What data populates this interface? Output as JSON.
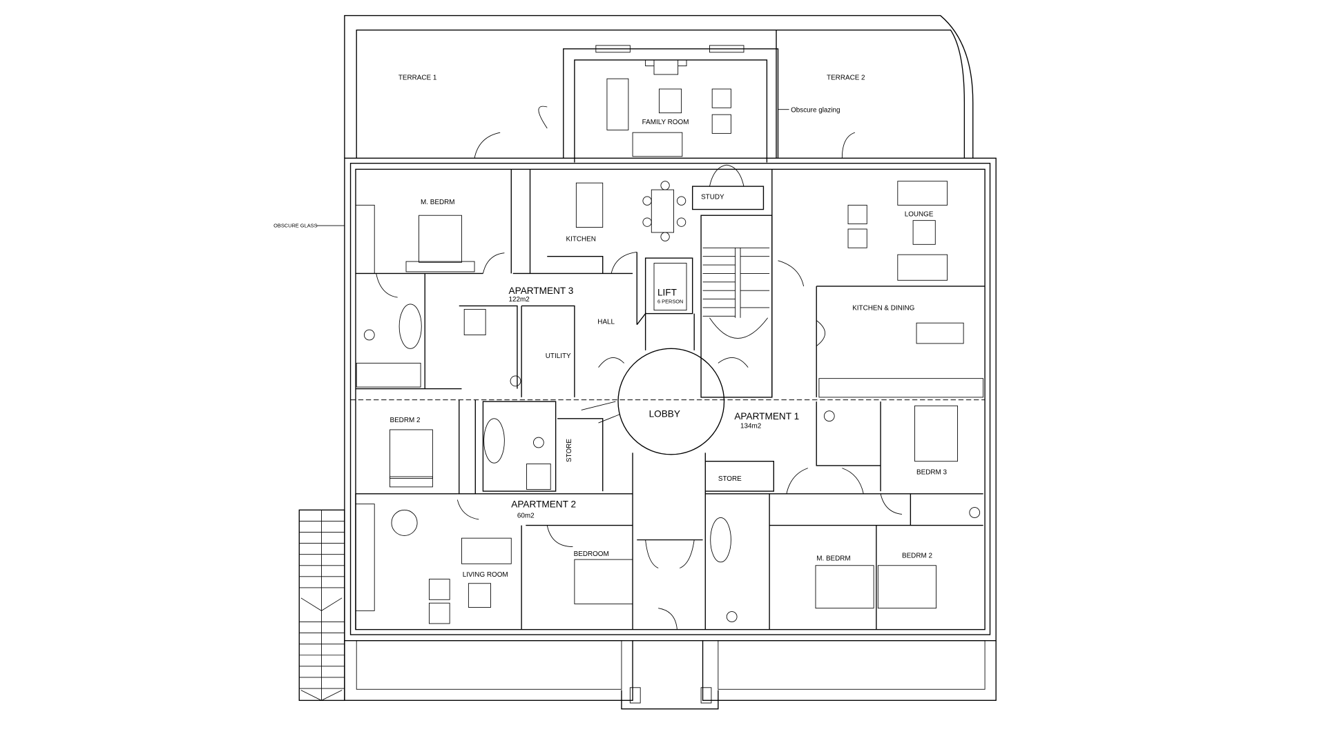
{
  "plan": {
    "terraces": [
      "TERRACE 1",
      "TERRACE 2"
    ],
    "notes": {
      "obscure_glazing": "Obscure glazing",
      "obscure_glass": "OBSCURE GLASS"
    },
    "apartments": [
      {
        "name": "APARTMENT 3",
        "area": "122m2",
        "rooms": {
          "family": "FAMILY ROOM",
          "study": "STUDY",
          "master": "M. BEDRM",
          "kitchen": "KITCHEN",
          "hall": "HALL",
          "utility": "UTILITY"
        }
      },
      {
        "name": "APARTMENT 2",
        "area": "60m2",
        "rooms": {
          "bedrm2": "BEDRM 2",
          "store": "STORE",
          "living": "LIVING ROOM",
          "bedroom": "BEDROOM"
        }
      },
      {
        "name": "APARTMENT 1",
        "area": "134m2",
        "rooms": {
          "lounge": "LOUNGE",
          "kitchen_dining": "KITCHEN & DINING",
          "store": "STORE",
          "bedrm3": "BEDRM 3",
          "master": "M. BEDRM",
          "bedrm2": "BEDRM 2"
        }
      }
    ],
    "core": {
      "lobby": "LOBBY",
      "lift": "LIFT",
      "lift_capacity": "6 PERSON"
    }
  }
}
